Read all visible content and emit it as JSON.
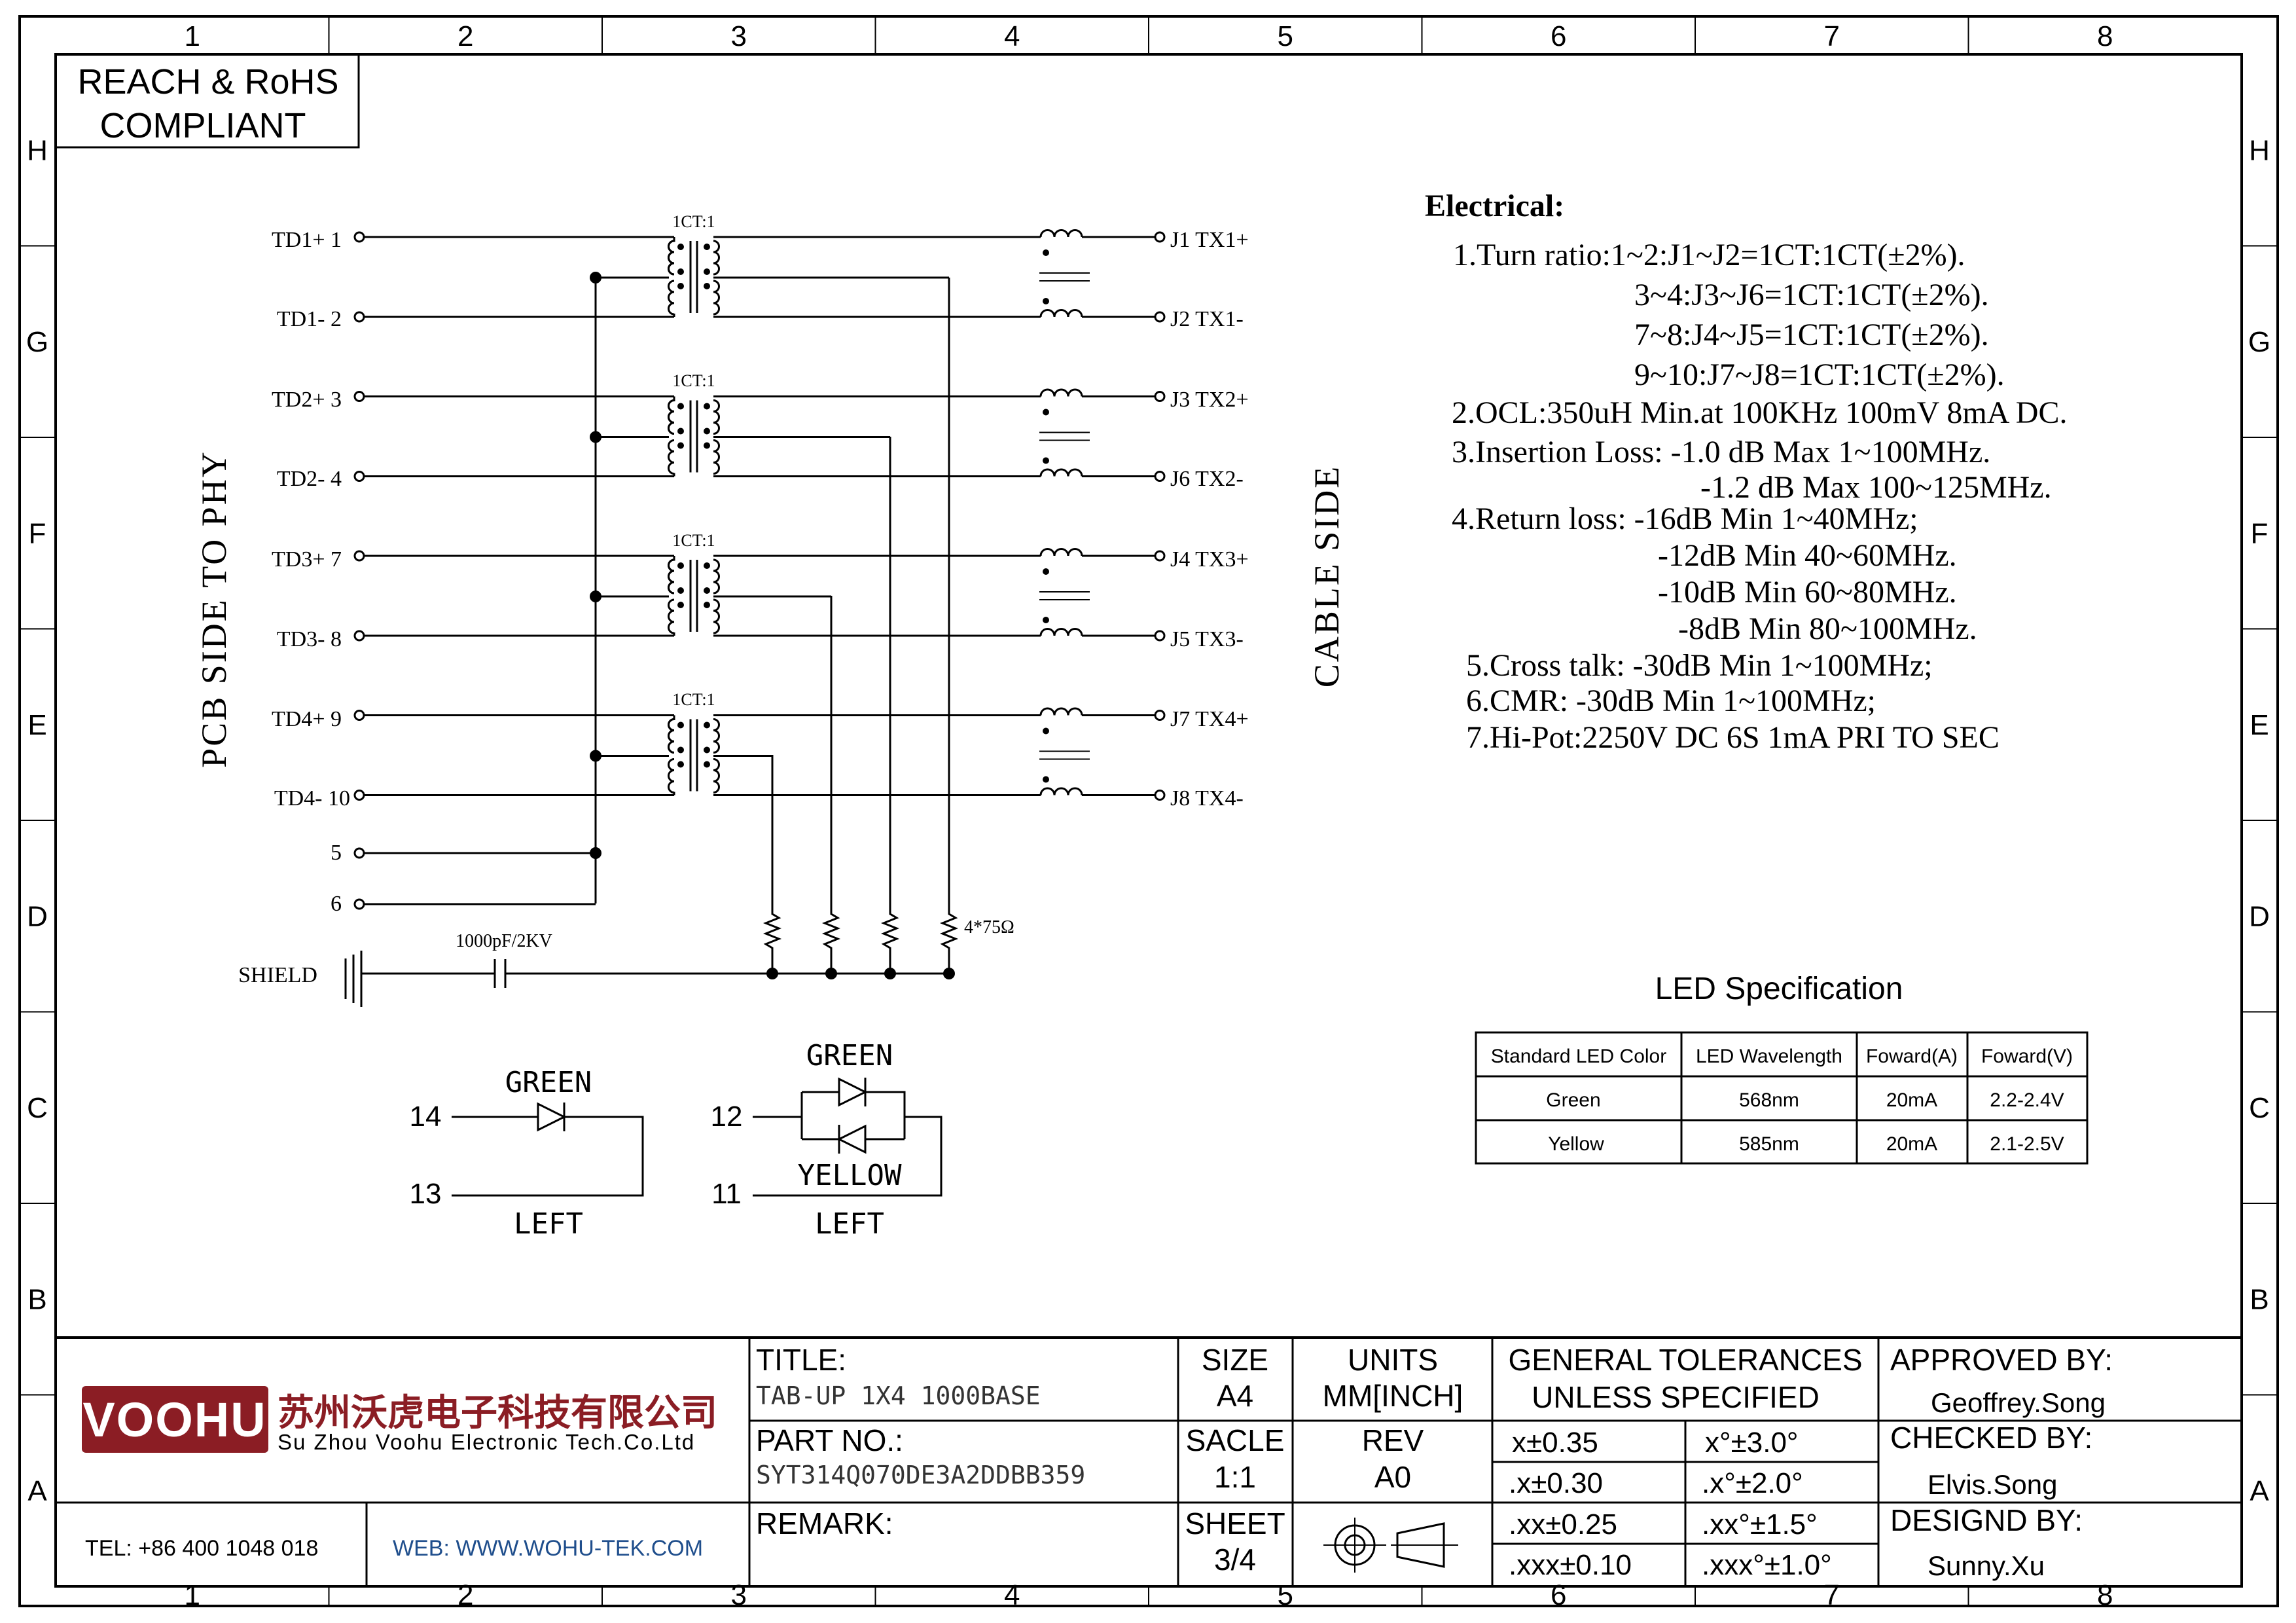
{
  "frame": {
    "columns": [
      "1",
      "2",
      "3",
      "4",
      "5",
      "6",
      "7",
      "8"
    ],
    "rows": [
      "H",
      "G",
      "F",
      "E",
      "D",
      "C",
      "B",
      "A"
    ]
  },
  "compliance": [
    "REACH & RoHS",
    "COMPLIANT"
  ],
  "schematic": {
    "left_label": "PCB SIDE TO PHY",
    "right_label": "CABLE SIDE",
    "ratio_label": "1CT:1",
    "pins_left": [
      "TD1+ 1",
      "TD1- 2",
      "TD2+ 3",
      "TD2- 4",
      "TD3+ 7",
      "TD3- 8",
      "TD4+ 9",
      "TD4- 10"
    ],
    "pins_extra": [
      "5",
      "6"
    ],
    "pins_right": [
      "J1  TX1+",
      "J2  TX1-",
      "J3  TX2+",
      "J6  TX2-",
      "J4  TX3+",
      "J5  TX3-",
      "J7  TX4+",
      "J8  TX4-"
    ],
    "shield": "SHIELD",
    "cap_label": "1000pF/2KV",
    "res_label": "4*75Ω"
  },
  "led_diagram": {
    "left": {
      "color": "GREEN",
      "pin_top": "14",
      "pin_bottom": "13",
      "side": "LEFT"
    },
    "right": {
      "color_top": "GREEN",
      "color_bottom": "YELLOW",
      "pin_top": "12",
      "pin_bottom": "11",
      "side": "LEFT"
    }
  },
  "electrical": {
    "title": "Electrical:",
    "lines": [
      "1.Turn ratio:1~2:J1~J2=1CT:1CT(±2%).",
      "3~4:J3~J6=1CT:1CT(±2%).",
      "7~8:J4~J5=1CT:1CT(±2%).",
      "9~10:J7~J8=1CT:1CT(±2%).",
      "2.OCL:350uH Min.at 100KHz 100mV 8mA DC.",
      "3.Insertion Loss: -1.0 dB Max 1~100MHz.",
      "-1.2 dB Max 100~125MHz.",
      "4.Return loss: -16dB Min 1~40MHz;",
      "-12dB Min 40~60MHz.",
      "-10dB Min 60~80MHz.",
      "-8dB   Min 80~100MHz.",
      "5.Cross talk: -30dB Min 1~100MHz;",
      "6.CMR: -30dB Min 1~100MHz;",
      "7.Hi-Pot:2250V DC  6S 1mA PRI TO SEC"
    ]
  },
  "led_spec": {
    "title": "LED Specification",
    "headers": [
      "Standard LED Color",
      "LED Wavelength",
      "Foward(A)",
      "Foward(V)"
    ],
    "rows": [
      [
        "Green",
        "568nm",
        "20mA",
        "2.2-2.4V"
      ],
      [
        "Yellow",
        "585nm",
        "20mA",
        "2.1-2.5V"
      ]
    ]
  },
  "title_block": {
    "logo": "VOOHU",
    "brand_color": "#8B1D24",
    "company_cn": "苏州沃虎电子科技有限公司",
    "company_en": "Su Zhou Voohu Electronic Tech.Co.Ltd",
    "tel": "TEL: +86 400 1048 018",
    "web": "WEB: WWW.WOHU-TEK.COM",
    "link_color": "#1F4E8C",
    "title_label": "TITLE:",
    "title_value": "TAB-UP 1X4 1000BASE",
    "part_label": "PART NO.:",
    "part_value": "SYT314Q070DE3A2DDBB359",
    "remark_label": "REMARK:",
    "size_label": "SIZE",
    "size_value": "A4",
    "units_label": "UNITS",
    "units_value": "MM[INCH]",
    "scale_label": "SACLE",
    "scale_value": "1:1",
    "rev_label": "REV",
    "rev_value": "A0",
    "sheet_label": "SHEET",
    "sheet_value": "3/4",
    "tol_title": [
      "GENERAL TOLERANCES",
      "UNLESS SPECIFIED"
    ],
    "tolerances": [
      [
        "x±0.35",
        "x°±3.0°"
      ],
      [
        ".x±0.30",
        ".x°±2.0°"
      ],
      [
        ".xx±0.25",
        ".xx°±1.5°"
      ],
      [
        ".xxx±0.10",
        ".xxx°±1.0°"
      ]
    ],
    "approved_label": "APPROVED BY:",
    "approved_value": "Geoffrey.Song",
    "checked_label": "CHECKED BY:",
    "checked_value": "Elvis.Song",
    "designed_label": "DESIGND BY:",
    "designed_value": "Sunny.Xu"
  }
}
